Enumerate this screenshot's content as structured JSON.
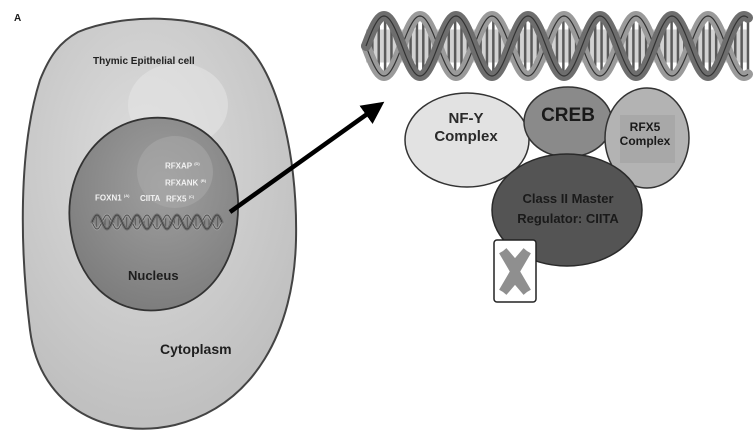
{
  "panel_label": "A",
  "cell": {
    "title": "Thymic Epithelial cell",
    "nucleus_label": "Nucleus",
    "cytoplasm_label": "Cytoplasm",
    "genes": [
      {
        "name": "FOXN1",
        "mark": "(A)"
      },
      {
        "name": "CIITA",
        "mark": ""
      },
      {
        "name": "RFX5",
        "mark": "(C)"
      },
      {
        "name": "RFXANK",
        "mark": "(B)"
      },
      {
        "name": "RFXAP",
        "mark": "(D)"
      }
    ]
  },
  "complex": {
    "nfy": {
      "line1": "NF-Y",
      "line2": "Complex"
    },
    "creb": "CREB",
    "rfx5": {
      "line1": "RFX5",
      "line2": "Complex"
    },
    "ciita": {
      "line1": "Class II Master",
      "line2": "Regulator: CIITA"
    }
  },
  "colors": {
    "cell_fill": "#cfcfcf",
    "nucleus_fill": "#8c8c8c",
    "nfy_fill": "#e2e2e2",
    "creb_fill": "#8a8a8a",
    "rfx5_fill": "#b3b3b3",
    "ciita_fill": "#545454",
    "dna_band": "#7d7d7d",
    "blocked_x": "#8f8f8f"
  },
  "icons": [
    "dna-helix-icon",
    "blocked-x-icon"
  ]
}
